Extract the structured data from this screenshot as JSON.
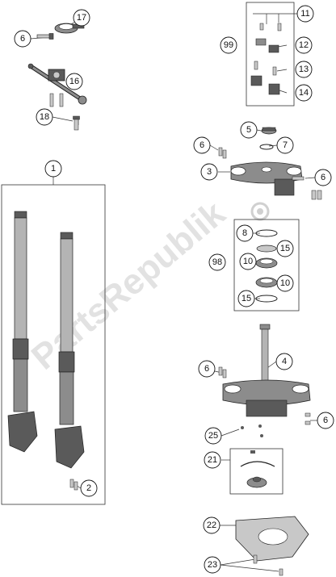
{
  "diagram": {
    "watermark": "PartsRepublik",
    "callouts": [
      "17",
      "6",
      "16",
      "18",
      "11",
      "99",
      "12",
      "13",
      "14",
      "5",
      "6",
      "7",
      "3",
      "6",
      "1",
      "8",
      "98",
      "15",
      "10",
      "10",
      "15",
      "4",
      "6",
      "6",
      "25",
      "21",
      "22",
      "23",
      "2"
    ],
    "colors": {
      "line": "#222222",
      "part_dark": "#5a5a5a",
      "part_mid": "#8c8c8c",
      "part_light": "#c8c8c8",
      "fork_tube": "#b4b4b4",
      "watermark": "#d9d9d9"
    }
  }
}
